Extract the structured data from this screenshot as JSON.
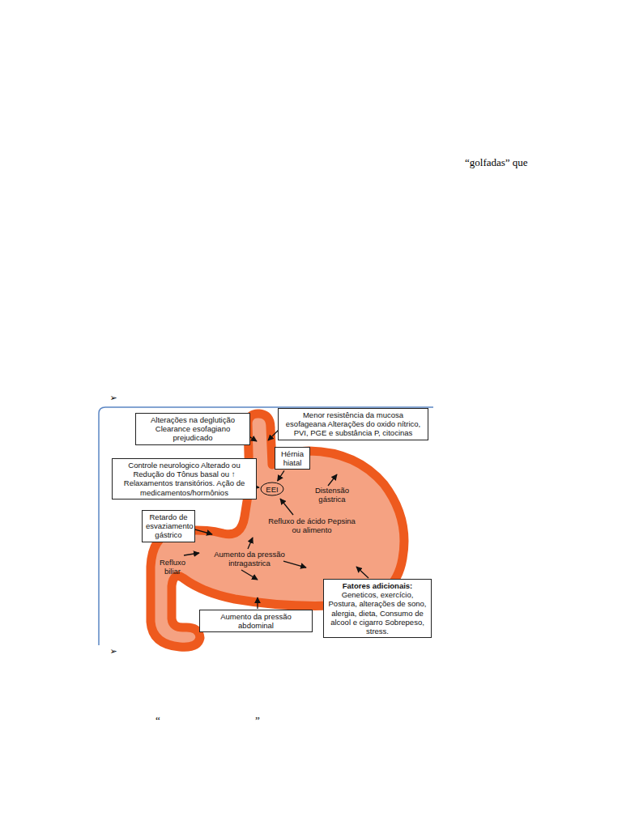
{
  "diagram": {
    "nodes": [
      {
        "text": [
          "Alterações na deglutição Clearance esofagiano prejudicado"
        ]
      },
      {
        "text": [
          "Menor resistência da mucosa esofageana Alterações do oxido nítrico, PVI, PGE e substância P, citocinas"
        ]
      },
      {
        "text": [
          "Hérnia hiatal"
        ]
      },
      {
        "text": [
          "Controle neurologico Alterado ou Redução do Tônus basal ou ↑ Relaxamentos transitórios. Ação de medicamentos/hormônios"
        ]
      },
      {
        "text": [
          "EEI"
        ]
      },
      {
        "text": [
          "Retardo de esvaziamento gástrico"
        ]
      },
      {
        "text": [
          "Fatores adicionais:",
          "Geneticos, exercício, Postura, alterações de sono, alergia, dieta, Consumo de alcool e cigarro Sobrepeso, stress."
        ]
      },
      {
        "text": [
          "Aumento da pressão abdominal"
        ]
      }
    ],
    "edges": [
      {
        "from": 3,
        "to": 4,
        "arrow": "to"
      },
      {
        "from": 2,
        "to": 4,
        "arrow": "to"
      }
    ],
    "labels": [
      "“golfadas” que",
      "➢",
      "Distensão gástrica",
      "Refluxo de ácido Pepsina ou alimento",
      "Aumento da pressão intragastrica",
      "Refluxo biliar",
      "➢",
      "“",
      "”"
    ]
  }
}
